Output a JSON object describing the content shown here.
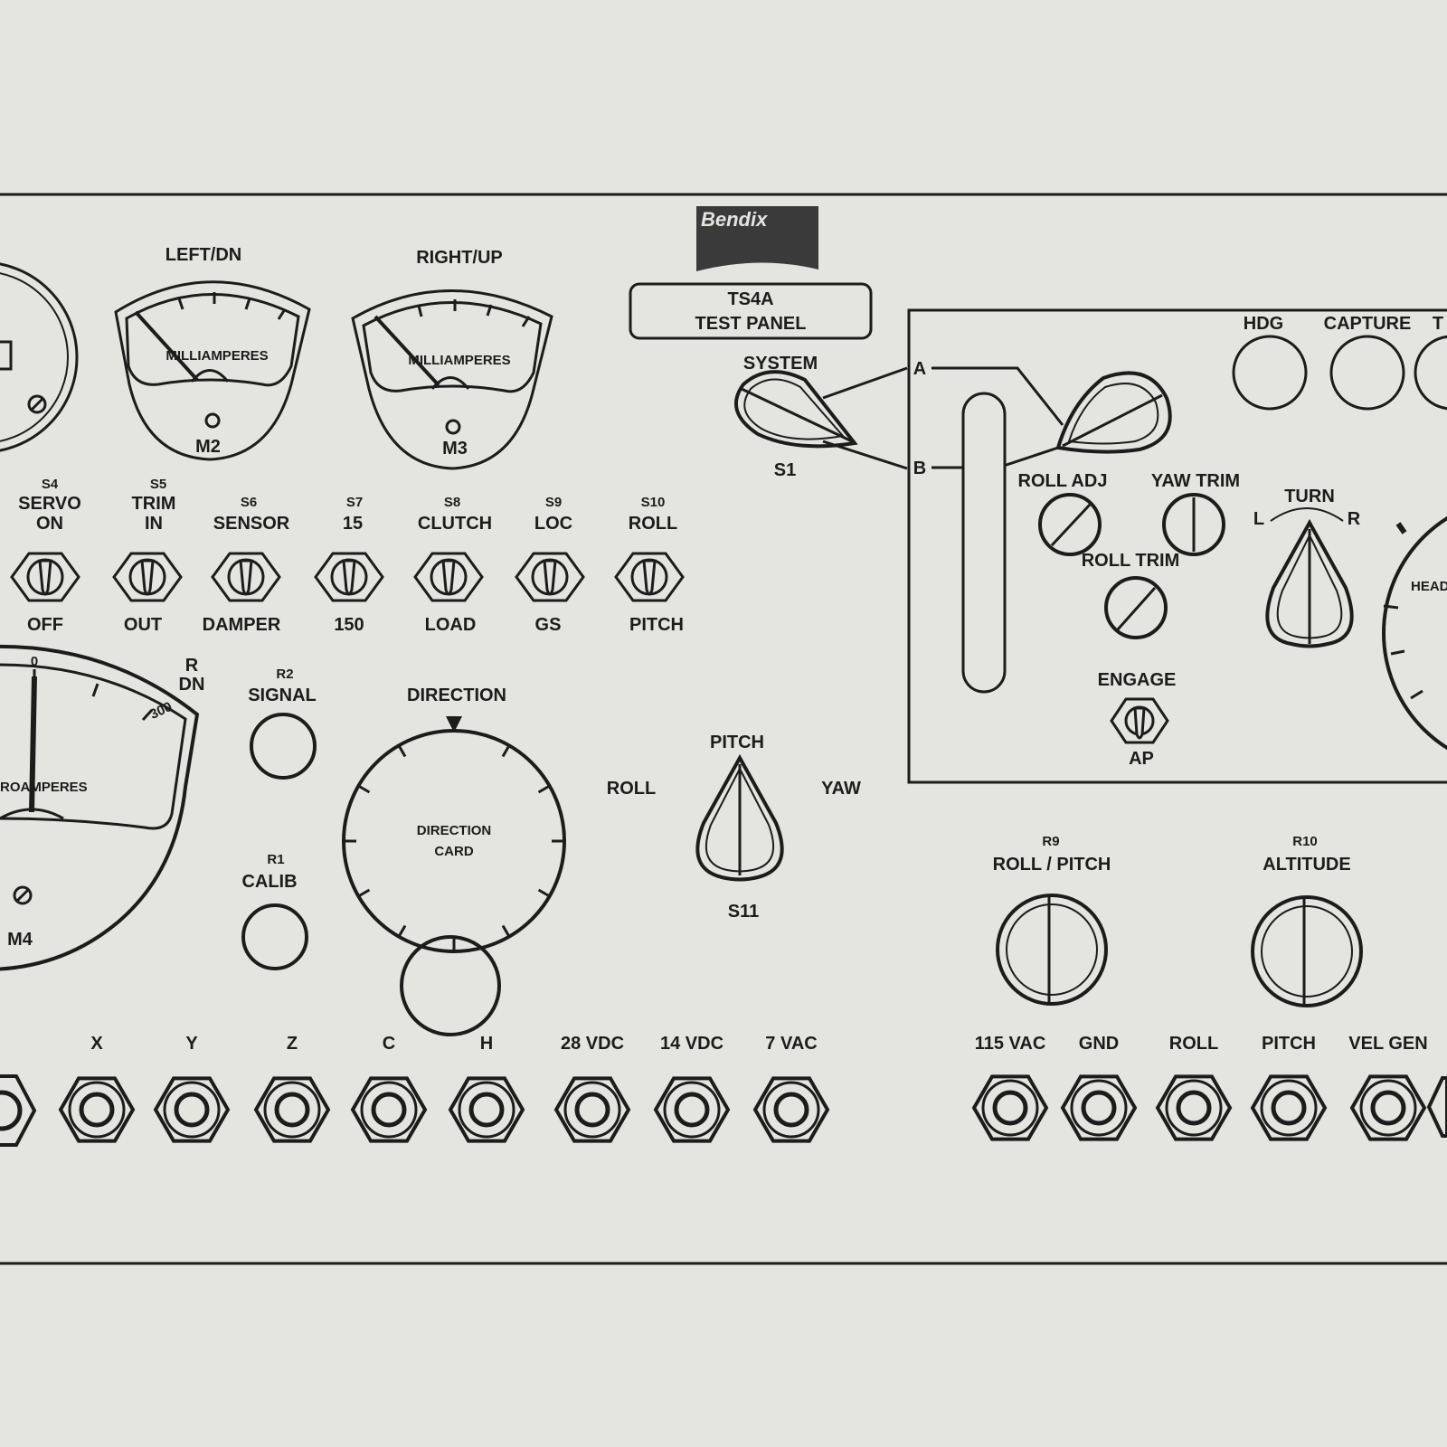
{
  "brand": {
    "logo_text": "Bendix",
    "title_line1": "TS4A",
    "title_line2": "TEST PANEL"
  },
  "meters": {
    "m2": {
      "header": "LEFT/DN",
      "scale": "MILLIAMPERES",
      "id": "M2"
    },
    "m3": {
      "header": "RIGHT/UP",
      "scale": "MILLIAMPERES",
      "id": "M3"
    },
    "m4": {
      "top": "0",
      "right_r": "R",
      "right_dn": "DN",
      "end": "300",
      "scale": "ROAMPERES",
      "id": "M4"
    }
  },
  "toggles": [
    {
      "id": "S4",
      "top": [
        "SERVO",
        "ON"
      ],
      "bottom": "OFF"
    },
    {
      "id": "S5",
      "top": [
        "TRIM",
        "IN"
      ],
      "bottom": "OUT"
    },
    {
      "id": "S6",
      "top": [
        "SENSOR"
      ],
      "bottom": "DAMPER"
    },
    {
      "id": "S7",
      "top": [
        "15"
      ],
      "bottom": "150"
    },
    {
      "id": "S8",
      "top": [
        "CLUTCH"
      ],
      "bottom": "LOAD"
    },
    {
      "id": "S9",
      "top": [
        "LOC"
      ],
      "bottom": "GS"
    },
    {
      "id": "S10",
      "top": [
        "ROLL"
      ],
      "bottom": "PITCH"
    }
  ],
  "pots": {
    "r2": {
      "id": "R2",
      "label": "SIGNAL"
    },
    "r1": {
      "id": "R1",
      "label": "CALIB"
    }
  },
  "direction": {
    "header": "DIRECTION",
    "card_line1": "DIRECTION",
    "card_line2": "CARD"
  },
  "selector_s11": {
    "top": "PITCH",
    "left": "ROLL",
    "right": "YAW",
    "id": "S11"
  },
  "system": {
    "header": "SYSTEM",
    "id": "S1",
    "pos_a": "A",
    "pos_b": "B"
  },
  "subpanel": {
    "hdg": "HDG",
    "capture": "CAPTURE",
    "partial": "T",
    "roll_adj": "ROLL ADJ",
    "yaw_trim": "YAW TRIM",
    "roll_trim": "ROLL TRIM",
    "turn": "TURN",
    "turn_l": "L",
    "turn_r": "R",
    "engage": "ENGAGE",
    "ap": "AP",
    "head": "HEAD"
  },
  "r9": {
    "id": "R9",
    "label": "ROLL / PITCH"
  },
  "r10": {
    "id": "R10",
    "label": "ALTITUDE"
  },
  "jacks_left": [
    "X",
    "Y",
    "Z",
    "C",
    "H",
    "28 VDC",
    "14 VDC",
    "7 VAC"
  ],
  "jacks_right": [
    "115 VAC",
    "GND",
    "ROLL",
    "PITCH",
    "VEL GEN"
  ]
}
